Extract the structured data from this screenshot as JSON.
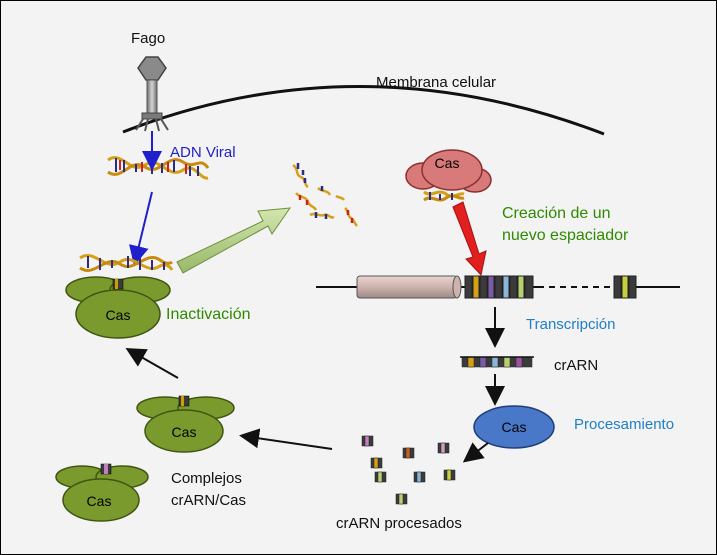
{
  "labels": {
    "fago": "Fago",
    "membrana": "Membrana  celular",
    "adn_viral": "ADN Viral",
    "creacion_line1": "Creación de un",
    "creacion_line2": "nuevo espaciador",
    "inactivacion": "Inactivación",
    "transcripcion": "Transcripción",
    "crarn": "crARN",
    "procesamiento": "Procesamiento",
    "complejos_line1": "Complejos",
    "complejos_line2": "crARN/Cas",
    "crarn_procesados": "crARN procesados"
  },
  "cas_labels": {
    "inactivation_complex": "Cas",
    "spacer_enzyme": "Cas",
    "processing_enzyme": "Cas",
    "complex_middle": "Cas",
    "complex_bottom": "Cas"
  },
  "colors": {
    "background": "#f3f3f3",
    "cas_green": "#7a9a2e",
    "cas_red": "#d97a7a",
    "cas_blue": "#4a78c8",
    "blue_arrow": "#1f1fcc",
    "red_arrow": "#e21f1f",
    "green_text": "#2e8b00",
    "blue_text": "#1f7fc4",
    "light_green_arrow": "#b7d48a"
  }
}
